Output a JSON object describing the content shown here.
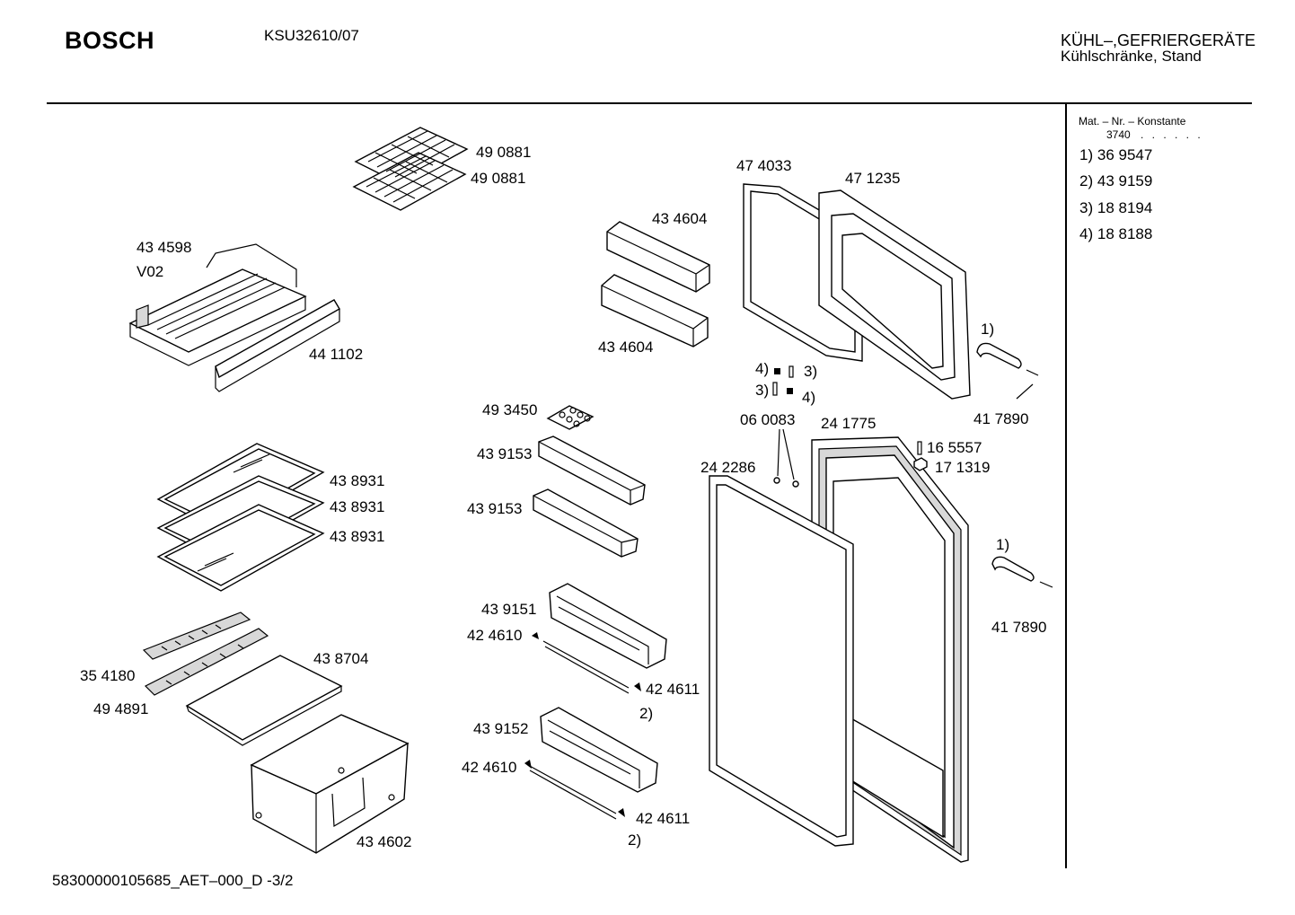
{
  "header": {
    "brand": "BOSCH",
    "model": "KSU32610/07",
    "category_line1": "KÜHL–,GEFRIERGERÄTE",
    "category_line2": "Kühlschränke, Stand"
  },
  "legend": {
    "heading": "Mat. – Nr. – Konstante",
    "constant": "3740",
    "dots": ". . . . . .",
    "entries": [
      {
        "key": "1)",
        "value": "36 9547"
      },
      {
        "key": "2)",
        "value": "43 9159"
      },
      {
        "key": "3)",
        "value": "18 8194"
      },
      {
        "key": "4)",
        "value": "18 8188"
      }
    ]
  },
  "parts": [
    {
      "id": "p490881a",
      "label": "49 0881"
    },
    {
      "id": "p490881b",
      "label": "49 0881"
    },
    {
      "id": "p434598",
      "label": "43 4598"
    },
    {
      "id": "pV02",
      "label": "V02"
    },
    {
      "id": "p441102",
      "label": "44 1102"
    },
    {
      "id": "p434604a",
      "label": "43 4604"
    },
    {
      "id": "p434604b",
      "label": "43 4604"
    },
    {
      "id": "p474033",
      "label": "47 4033"
    },
    {
      "id": "p471235",
      "label": "47 1235"
    },
    {
      "id": "p417890a",
      "label": "41 7890"
    },
    {
      "id": "p417890b",
      "label": "41 7890"
    },
    {
      "id": "p060083",
      "label": "06 0083"
    },
    {
      "id": "p241775",
      "label": "24 1775"
    },
    {
      "id": "p165557",
      "label": "16 5557"
    },
    {
      "id": "p171319",
      "label": "17 1319"
    },
    {
      "id": "p242286",
      "label": "24 2286"
    },
    {
      "id": "p493450",
      "label": "49 3450"
    },
    {
      "id": "p439153a",
      "label": "43 9153"
    },
    {
      "id": "p439153b",
      "label": "43 9153"
    },
    {
      "id": "p438931a",
      "label": "43 8931"
    },
    {
      "id": "p438931b",
      "label": "43 8931"
    },
    {
      "id": "p438931c",
      "label": "43 8931"
    },
    {
      "id": "p439151",
      "label": "43 9151"
    },
    {
      "id": "p424610a",
      "label": "42 4610"
    },
    {
      "id": "p424611a",
      "label": "42 4611"
    },
    {
      "id": "p439152",
      "label": "43 9152"
    },
    {
      "id": "p424610b",
      "label": "42 4610"
    },
    {
      "id": "p424611b",
      "label": "42 4611"
    },
    {
      "id": "p354180",
      "label": "35 4180"
    },
    {
      "id": "p494891",
      "label": "49 4891"
    },
    {
      "id": "p438704",
      "label": "43 8704"
    },
    {
      "id": "p434602",
      "label": "43 4602"
    }
  ],
  "callouts": [
    {
      "id": "c1a",
      "label": "1)"
    },
    {
      "id": "c1b",
      "label": "1)"
    },
    {
      "id": "c4a",
      "label": "4)"
    },
    {
      "id": "c3a",
      "label": "3)"
    },
    {
      "id": "c3b",
      "label": "3)"
    },
    {
      "id": "c4b",
      "label": "4)"
    },
    {
      "id": "c2a",
      "label": "2)"
    },
    {
      "id": "c2b",
      "label": "2)"
    }
  ],
  "footer": {
    "document_id": "58300000105685_AET–000_D  -3/2"
  }
}
